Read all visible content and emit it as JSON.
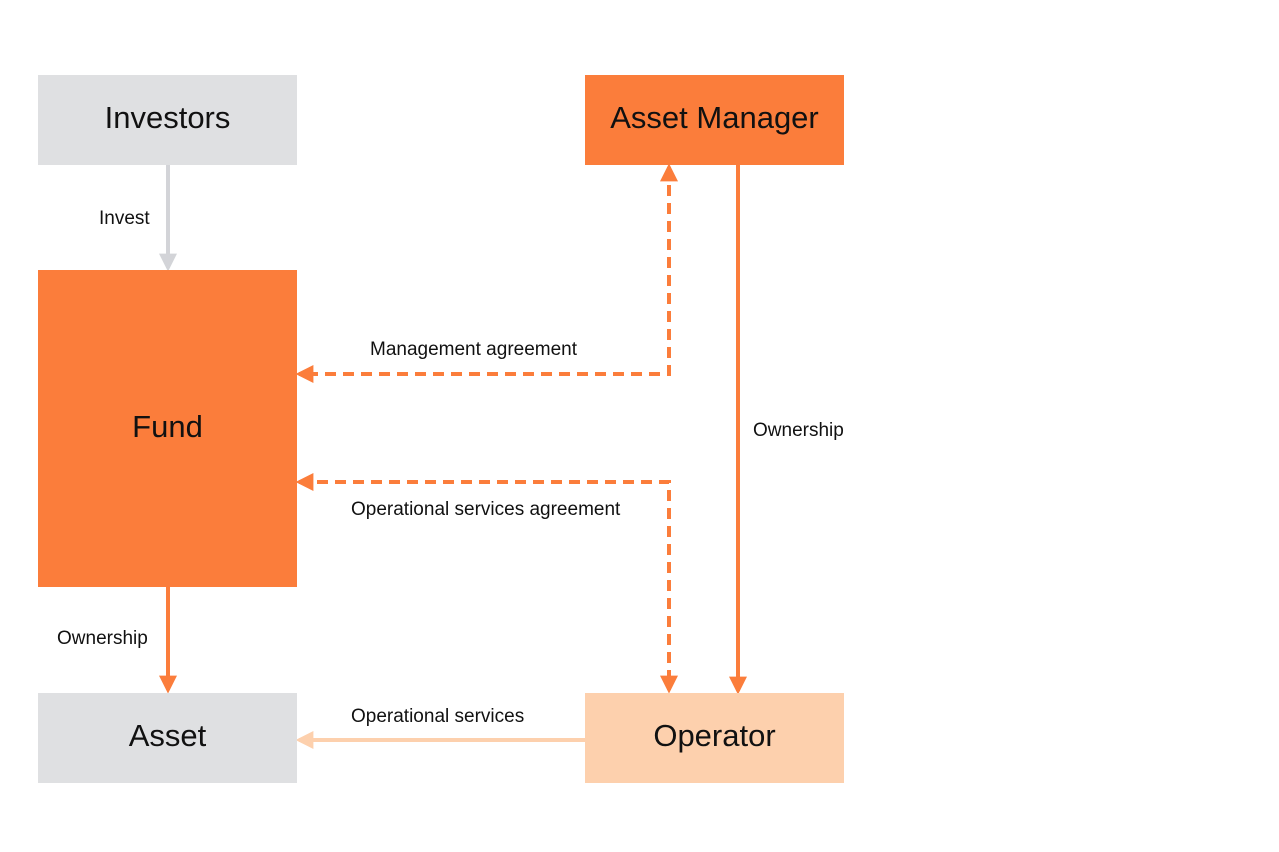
{
  "colors": {
    "orange": "#fb7d3b",
    "light_orange": "#fdd0ad",
    "grey": "#dfe0e2",
    "grey_arrow": "#d3d4d8",
    "text": "#111111"
  },
  "nodes": {
    "investors": {
      "label": "Investors"
    },
    "asset_manager": {
      "label": "Asset Manager"
    },
    "fund": {
      "label": "Fund"
    },
    "asset": {
      "label": "Asset"
    },
    "operator": {
      "label": "Operator"
    }
  },
  "edges": {
    "invest": {
      "label": "Invest",
      "from": "Investors",
      "to": "Fund",
      "style": "solid"
    },
    "management_agreement": {
      "label": "Management agreement",
      "between": [
        "Fund",
        "Asset Manager"
      ],
      "style": "dashed"
    },
    "operational_services_agreement": {
      "label": "Operational services agreement",
      "between": [
        "Fund",
        "Operator"
      ],
      "style": "dashed"
    },
    "ownership_manager": {
      "label": "Ownership",
      "from": "Asset Manager",
      "to": "Operator",
      "style": "solid"
    },
    "ownership_fund": {
      "label": "Ownership",
      "from": "Fund",
      "to": "Asset",
      "style": "solid"
    },
    "operational_services": {
      "label": "Operational services",
      "from": "Operator",
      "to": "Asset",
      "style": "solid"
    }
  }
}
